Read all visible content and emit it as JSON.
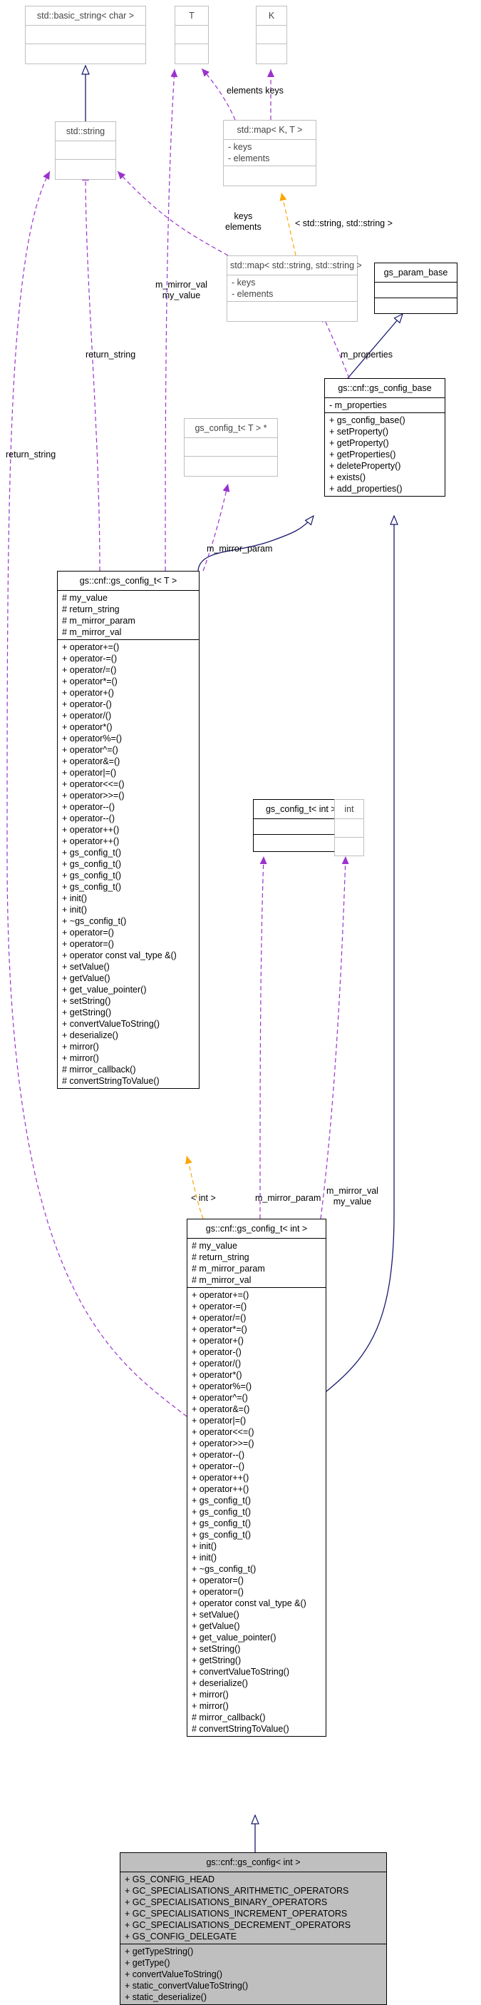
{
  "nodes": {
    "basic_string": {
      "title": "std::basic_string< char >",
      "attributes": [],
      "methods": []
    },
    "T": {
      "title": "T",
      "attributes": [],
      "methods": []
    },
    "K": {
      "title": "K",
      "attributes": [],
      "methods": []
    },
    "std_string": {
      "title": "std::string",
      "attributes": [],
      "methods": []
    },
    "std_map_KT": {
      "title": "std::map< K, T >",
      "attributes": [
        "- keys",
        "- elements"
      ],
      "methods": []
    },
    "std_map_ss": {
      "title": "std::map< std::string, std::string >",
      "attributes": [
        "- keys",
        "- elements"
      ],
      "methods": []
    },
    "gs_param_base": {
      "title": "gs_param_base",
      "attributes": [],
      "methods": []
    },
    "gs_config_base": {
      "title": "gs::cnf::gs_config_base",
      "attributes": [
        "- m_properties"
      ],
      "methods": [
        "+ gs_config_base()",
        "+ setProperty()",
        "+ getProperty()",
        "+ getProperties()",
        "+ deleteProperty()",
        "+ exists()",
        "+ add_properties()"
      ]
    },
    "gs_config_T_ptr": {
      "title": "gs_config_t< T > *",
      "attributes": [],
      "methods": []
    },
    "gs_config_T": {
      "title": "gs::cnf::gs_config_t< T >",
      "attributes": [
        "# my_value",
        "# return_string",
        "# m_mirror_param",
        "# m_mirror_val"
      ],
      "methods": [
        "+ operator+=()",
        "+ operator-=()",
        "+ operator/=()",
        "+ operator*=()",
        "+ operator+()",
        "+ operator-()",
        "+ operator/()",
        "+ operator*()",
        "+ operator%=()",
        "+ operator^=()",
        "+ operator&=()",
        "+ operator|=()",
        "+ operator<<=()",
        "+ operator>>=()",
        "+ operator--()",
        "+ operator--()",
        "+ operator++()",
        "+ operator++()",
        "+ gs_config_t()",
        "+ gs_config_t()",
        "+ gs_config_t()",
        "+ gs_config_t()",
        "+ init()",
        "+ init()",
        "+ ~gs_config_t()",
        "+ operator=()",
        "+ operator=()",
        "+ operator const val_type &()",
        "+ setValue()",
        "+ getValue()",
        "+ get_value_pointer()",
        "+ setString()",
        "+ getString()",
        "+ convertValueToString()",
        "+ deserialize()",
        "+ mirror()",
        "+ mirror()",
        "# mirror_callback()",
        "# convertStringToValue()"
      ]
    },
    "gs_config_int_ptr": {
      "title": "gs_config_t< int > *",
      "attributes": [],
      "methods": []
    },
    "int": {
      "title": "int",
      "attributes": [],
      "methods": []
    },
    "gs_config_int": {
      "title": "gs::cnf::gs_config_t< int >",
      "attributes": [
        "# my_value",
        "# return_string",
        "# m_mirror_param",
        "# m_mirror_val"
      ],
      "methods": [
        "+ operator+=()",
        "+ operator-=()",
        "+ operator/=()",
        "+ operator*=()",
        "+ operator+()",
        "+ operator-()",
        "+ operator/()",
        "+ operator*()",
        "+ operator%=()",
        "+ operator^=()",
        "+ operator&=()",
        "+ operator|=()",
        "+ operator<<=()",
        "+ operator>>=()",
        "+ operator--()",
        "+ operator--()",
        "+ operator++()",
        "+ operator++()",
        "+ gs_config_t()",
        "+ gs_config_t()",
        "+ gs_config_t()",
        "+ gs_config_t()",
        "+ init()",
        "+ init()",
        "+ ~gs_config_t()",
        "+ operator=()",
        "+ operator=()",
        "+ operator const val_type &()",
        "+ setValue()",
        "+ getValue()",
        "+ get_value_pointer()",
        "+ setString()",
        "+ getString()",
        "+ convertValueToString()",
        "+ deserialize()",
        "+ mirror()",
        "+ mirror()",
        "# mirror_callback()",
        "# convertStringToValue()"
      ]
    },
    "gs_config_int_final": {
      "title": "gs::cnf::gs_config< int >",
      "attributes": [
        "+ GS_CONFIG_HEAD",
        "+ GC_SPECIALISATIONS_ARITHMETIC_OPERATORS",
        "+ GC_SPECIALISATIONS_BINARY_OPERATORS",
        "+ GC_SPECIALISATIONS_INCREMENT_OPERATORS",
        "+ GC_SPECIALISATIONS_DECREMENT_OPERATORS",
        "+ GS_CONFIG_DELEGATE"
      ],
      "methods": [
        "+ getTypeString()",
        "+ getType()",
        "+ convertValueToString()",
        "+ static_convertValueToString()",
        "+ static_deserialize()"
      ]
    }
  },
  "edge_labels": {
    "elements_keys": "elements keys",
    "keys_elements": "keys\nelements",
    "map_template": "< std::string, std::string >",
    "m_mirror_val_my_value": "m_mirror_val\nmy_value",
    "return_string": "return_string",
    "return_string_left": "return_string",
    "m_properties": "m_properties",
    "m_mirror_param": "m_mirror_param",
    "int_template": "< int >",
    "m_mirror_param_int": "m_mirror_param",
    "m_mirror_val_my_value_int": "m_mirror_val\nmy_value"
  },
  "colors": {
    "inheritance": "#191970",
    "usage": "#9a32cd",
    "template": "#ffa500",
    "focus_fill": "#bfbfbf"
  }
}
